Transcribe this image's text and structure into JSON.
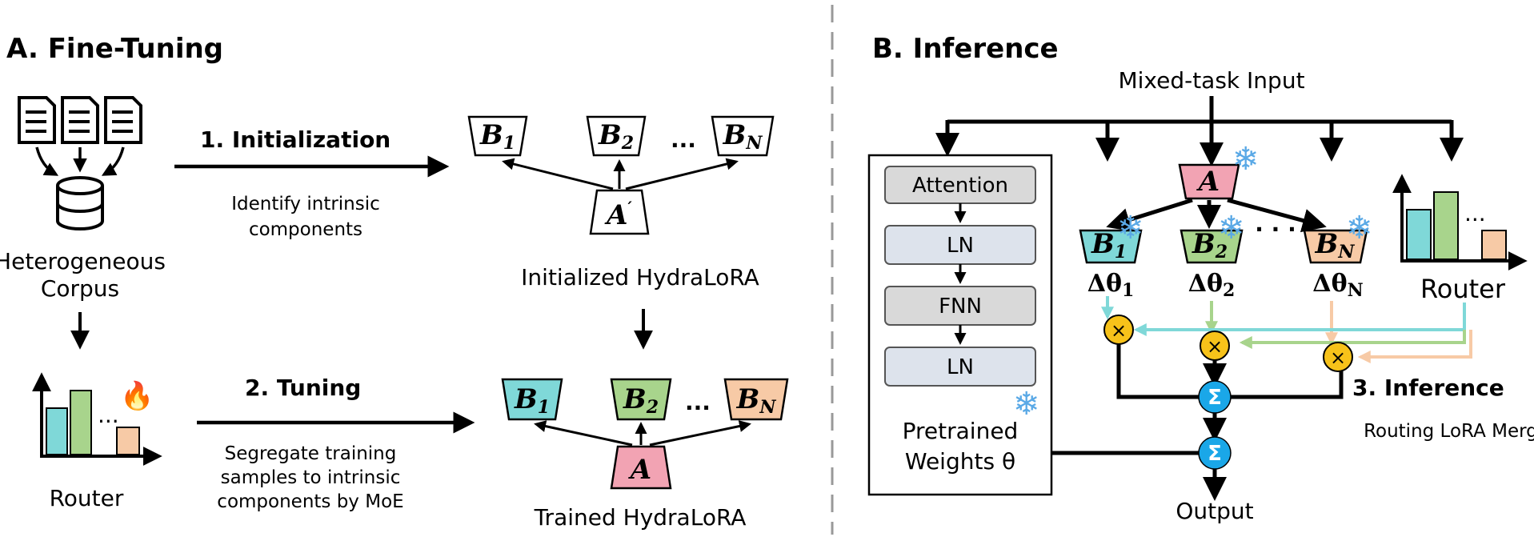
{
  "colors": {
    "teal": "#7fd8d8",
    "green": "#a8d48c",
    "peach": "#f7caa6",
    "pink": "#f2a3b3",
    "module_gray": "#d9d9d9",
    "module_blue": "#dde3ec",
    "sum_blue": "#1aa7e8",
    "mult_yellow": "#f7c21a",
    "snowflake": "#5aa9e6"
  },
  "panel_a": {
    "title": "A. Fine-Tuning",
    "corpus_label_1": "Heterogeneous",
    "corpus_label_2": "Corpus",
    "router_label": "Router",
    "step1_label": "1. Initialization",
    "step1_note_1": "Identify intrinsic",
    "step1_note_2": "components",
    "step2_label": "2. Tuning",
    "step2_note_1": "Segregate training",
    "step2_note_2": "samples to intrinsic",
    "step2_note_3": "components by MoE",
    "init_caption": "Initialized HydraLoRA",
    "trained_caption": "Trained HydraLoRA",
    "dots": "..."
  },
  "panel_b": {
    "title": "B. Inference",
    "input_label": "Mixed-task Input",
    "modules": [
      "Attention",
      "LN",
      "FNN",
      "LN"
    ],
    "pretrained_1": "Pretrained",
    "pretrained_2": "Weights θ",
    "router_label": "Router",
    "step3_label": "3. Inference",
    "step3_note": "Routing LoRA Merge",
    "output_label": "Output",
    "delta_1": "Δθ",
    "delta_2": "Δθ",
    "delta_n": "Δθ",
    "dots": "· · ·"
  },
  "symbols": {
    "matrix_A": "A",
    "matrix_B": "B",
    "sub_1": "1",
    "sub_2": "2",
    "sub_n": "N",
    "prime": "′",
    "multiply": "×",
    "sum": "Σ",
    "snowflake": "❄",
    "fire": "🔥"
  }
}
